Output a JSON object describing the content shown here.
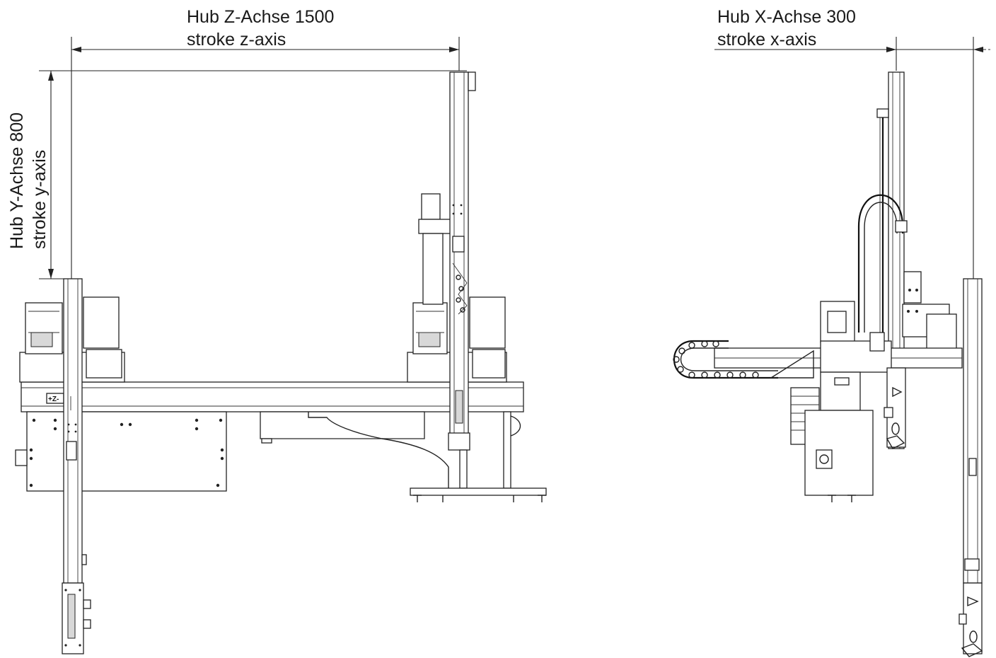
{
  "labels": {
    "z_axis": {
      "de": "Hub Z-Achse 1500",
      "en": "stroke z-axis"
    },
    "x_axis": {
      "de": "Hub X-Achse 300",
      "en": "stroke x-axis"
    },
    "y_axis": {
      "de": "Hub Y-Achse 800",
      "en": "stroke y-axis"
    }
  },
  "markings": {
    "z_axis_tag": "+Z-"
  },
  "colors": {
    "line": "#222222",
    "background": "#ffffff"
  }
}
